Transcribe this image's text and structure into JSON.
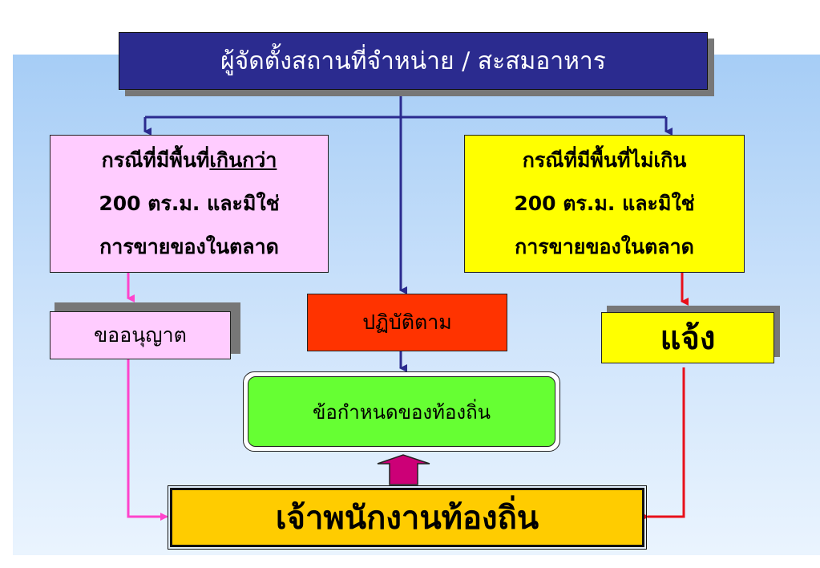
{
  "diagram": {
    "title": "ผู้จัดตั้งสถานที่จำหน่าย / สะสมอาหาร",
    "left_case": {
      "line1_prefix": "กรณีที่มีพื้นที่",
      "line1_emphasis": "เกินกว่า",
      "line2": "200 ตร.ม. และมิใช่",
      "line3": "การขายของในตลาด"
    },
    "right_case": {
      "line1": "กรณีที่มีพื้นที่ไม่เกิน",
      "line2": "200 ตร.ม. และมิใช่",
      "line3": "การขายของในตลาด"
    },
    "permit": "ขออนุญาต",
    "follow": "ปฏิบัติตาม",
    "notify": "แจ้ง",
    "local_rules": "ข้อกำหนดของท้องถิ่น",
    "local_officer": "เจ้าพนักงานท้องถิ่น"
  },
  "colors": {
    "title_fill": "#2b2b8f",
    "left_fill": "#ffccff",
    "right_fill": "#ffff00",
    "follow_fill": "#ff3300",
    "rules_fill": "#66ff33",
    "officer_fill": "#ffcc00",
    "arrow_blue": "#2b2b8f",
    "arrow_pink": "#ff44cc",
    "arrow_red": "#e8101a",
    "up_arrow_fill": "#cc0077"
  }
}
